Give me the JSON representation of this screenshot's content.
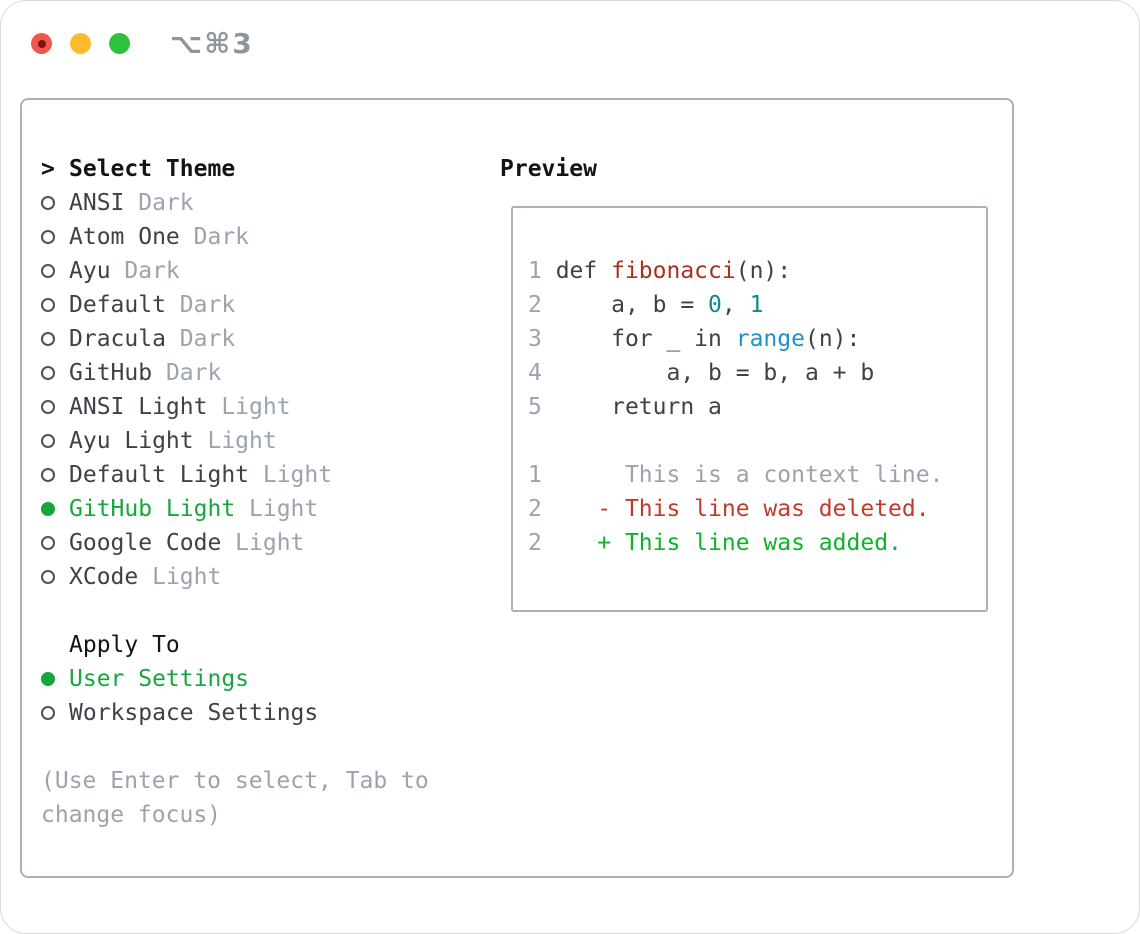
{
  "window": {
    "title": "⌥⌘3"
  },
  "theme_picker": {
    "cursor": ">",
    "header": "Select Theme",
    "items": [
      {
        "name": "ANSI",
        "tag": "Dark",
        "selected": false
      },
      {
        "name": "Atom One",
        "tag": "Dark",
        "selected": false
      },
      {
        "name": "Ayu",
        "tag": "Dark",
        "selected": false
      },
      {
        "name": "Default",
        "tag": "Dark",
        "selected": false
      },
      {
        "name": "Dracula",
        "tag": "Dark",
        "selected": false
      },
      {
        "name": "GitHub",
        "tag": "Dark",
        "selected": false
      },
      {
        "name": "ANSI Light",
        "tag": "Light",
        "selected": false
      },
      {
        "name": "Ayu Light",
        "tag": "Light",
        "selected": false
      },
      {
        "name": "Default Light",
        "tag": "Light",
        "selected": false
      },
      {
        "name": "GitHub Light",
        "tag": "Light",
        "selected": true
      },
      {
        "name": "Google Code",
        "tag": "Light",
        "selected": false
      },
      {
        "name": "XCode",
        "tag": "Light",
        "selected": false
      }
    ]
  },
  "apply_to": {
    "header": "Apply To",
    "items": [
      {
        "name": "User Settings",
        "selected": true
      },
      {
        "name": "Workspace Settings",
        "selected": false
      }
    ]
  },
  "hint": "(Use Enter to select, Tab to change focus)",
  "preview": {
    "header": "Preview",
    "lines": [
      [
        [
          "1 ",
          "num"
        ],
        [
          "def ",
          "fg"
        ],
        [
          "fibonacci",
          "fn"
        ],
        [
          "(n):",
          "fg"
        ]
      ],
      [
        [
          "2",
          "num"
        ],
        [
          "     a, b = ",
          "fg"
        ],
        [
          "0",
          "lit"
        ],
        [
          ", ",
          "fg"
        ],
        [
          "1",
          "lit"
        ]
      ],
      [
        [
          "3",
          "num"
        ],
        [
          "     for _ in ",
          "fg"
        ],
        [
          "range",
          "builtin"
        ],
        [
          "(n):",
          "fg"
        ]
      ],
      [
        [
          "4",
          "num"
        ],
        [
          "         a, b = b, a + b",
          "fg"
        ]
      ],
      [
        [
          "5",
          "num"
        ],
        [
          "     return a",
          "fg"
        ]
      ],
      [],
      [
        [
          "1",
          "num"
        ],
        [
          "      This is a context line.",
          "ctx"
        ]
      ],
      [
        [
          "2",
          "num"
        ],
        [
          "    ",
          "fg"
        ],
        [
          "- This line was deleted.",
          "del"
        ]
      ],
      [
        [
          "2",
          "num"
        ],
        [
          "    ",
          "fg"
        ],
        [
          "+ This line was added.",
          "add"
        ]
      ]
    ]
  },
  "colors": {
    "accent_green": "#17a63e",
    "diff_added_green": "#0fb32b",
    "diff_deleted_red": "#c43a28",
    "function_red": "#a73121",
    "literal_teal": "#0f8b8d",
    "builtin_blue": "#1d91ca",
    "muted_gray": "#9aa3ae",
    "text_dark": "#3d4248",
    "panel_border_gray": "#a9b1bc",
    "traffic_red": "#f2574e",
    "traffic_yellow": "#fcbb2f",
    "traffic_green": "#2ec13e"
  }
}
